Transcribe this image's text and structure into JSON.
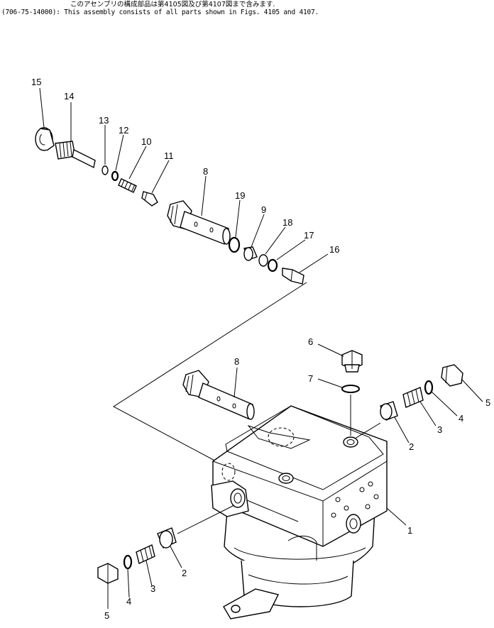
{
  "header": {
    "japanese": "このアセンブリの構成部品は第4105図及び第4107図まで含みます.",
    "english": "(706-75-14000): This assembly consists of all parts shown in Figs. 4105 and 4107."
  },
  "callouts": {
    "n1": "1",
    "n2a": "2",
    "n2b": "2",
    "n3a": "3",
    "n3b": "3",
    "n4a": "4",
    "n4b": "4",
    "n5a": "5",
    "n5b": "5",
    "n6": "6",
    "n7": "7",
    "n8a": "8",
    "n8b": "8",
    "n9": "9",
    "n10": "10",
    "n11": "11",
    "n12": "12",
    "n13": "13",
    "n14": "14",
    "n15": "15",
    "n16": "16",
    "n17": "17",
    "n18": "18",
    "n19": "19"
  },
  "colors": {
    "ink": "#000000",
    "paper": "#ffffff"
  }
}
